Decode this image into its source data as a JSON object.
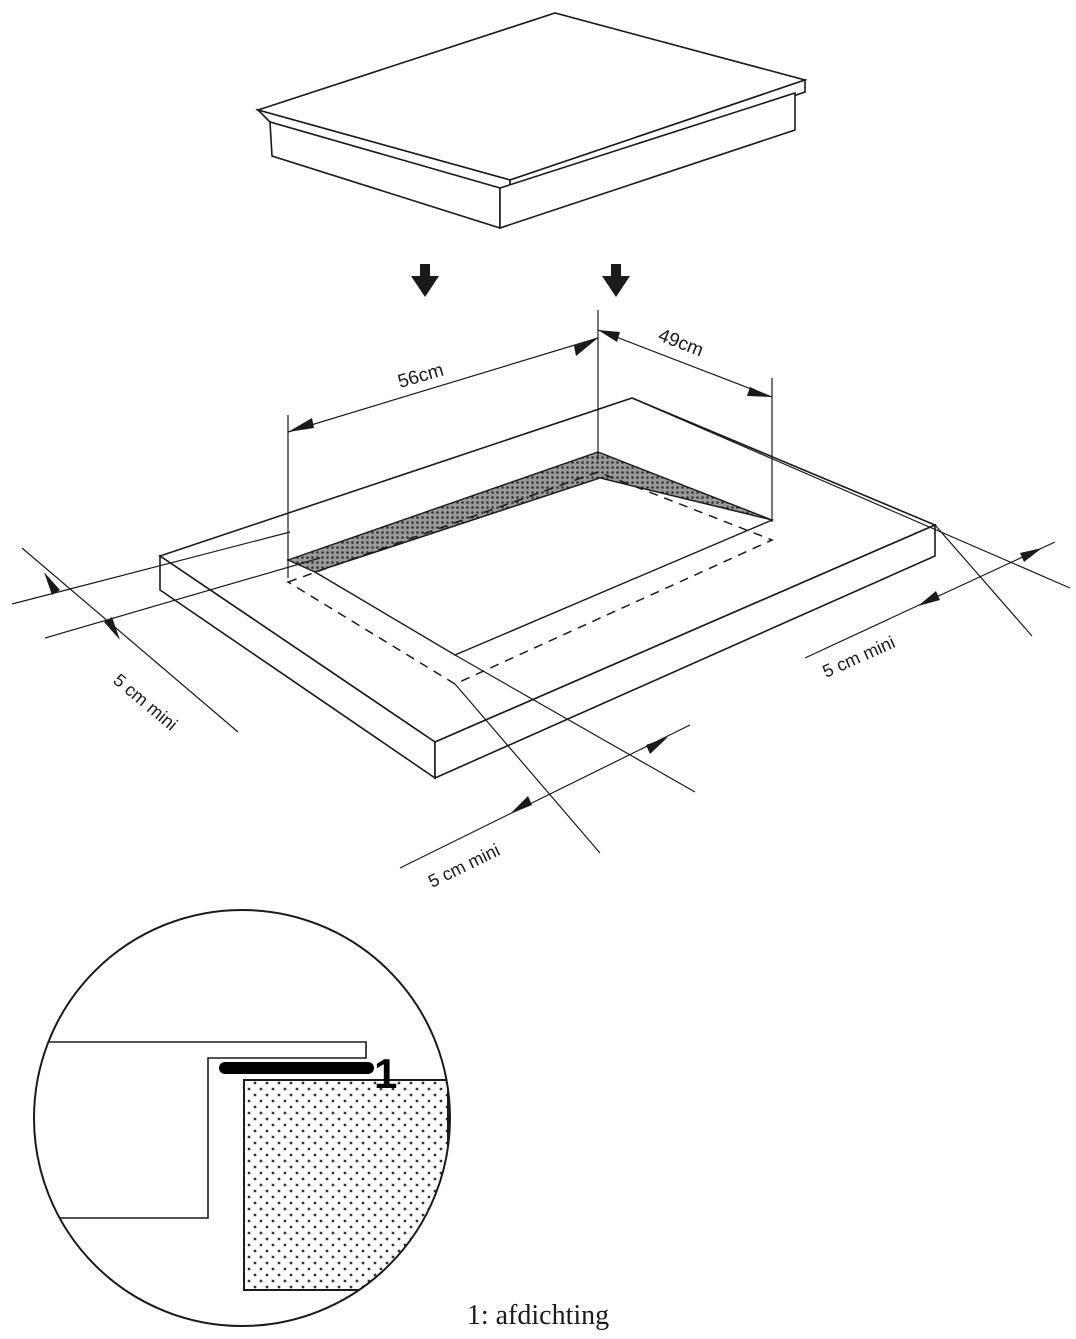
{
  "dimensions": {
    "width_label": "56cm",
    "depth_label": "49cm",
    "clearance_left": "5 cm mini",
    "clearance_right": "5 cm mini",
    "clearance_front": "5 cm mini"
  },
  "detail": {
    "callout_number": "1"
  },
  "caption": "1: afdichting"
}
